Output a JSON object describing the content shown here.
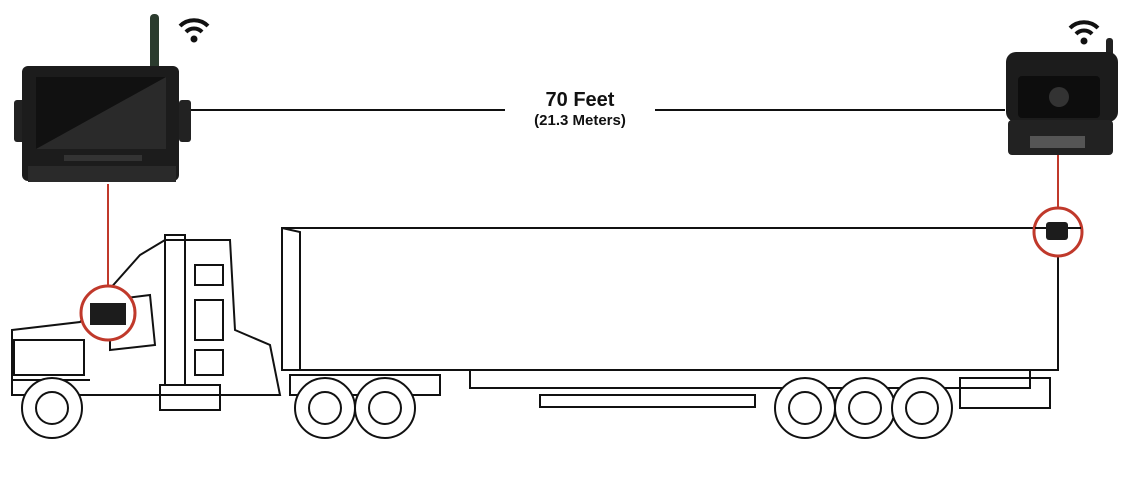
{
  "distance": {
    "feet_label": "70 Feet",
    "meters_label": "(21.3 Meters)"
  },
  "colors": {
    "accent": "#c0392b",
    "line": "#111111",
    "device": "#1c1c1c"
  },
  "icons": [
    "wifi-icon",
    "monitor",
    "camera",
    "truck"
  ]
}
